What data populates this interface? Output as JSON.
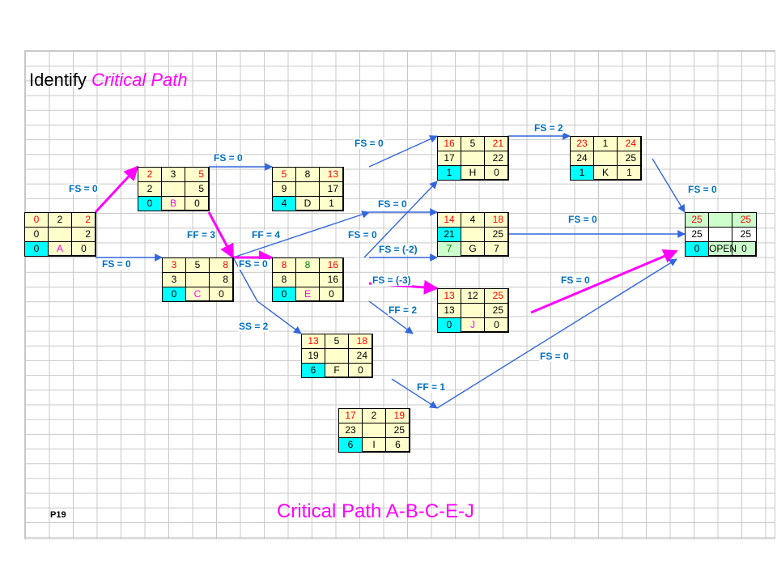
{
  "title": {
    "prefix": "Identify ",
    "emphasis": "Critical Path"
  },
  "footer": "Critical Path A-B-C-E-J",
  "page_number": "P19",
  "nodes": {
    "A": {
      "es": "0",
      "dur": "2",
      "ef": "2",
      "ls": "0",
      "lf": "2",
      "tf": "0",
      "name": "A",
      "ff": "0"
    },
    "B": {
      "es": "2",
      "dur": "3",
      "ef": "5",
      "ls": "2",
      "lf": "5",
      "tf": "0",
      "name": "B",
      "ff": "0"
    },
    "C": {
      "es": "3",
      "dur": "5",
      "ef": "8",
      "ls": "3",
      "lf": "8",
      "tf": "0",
      "name": "C",
      "ff": "0"
    },
    "D": {
      "es": "5",
      "dur": "8",
      "ef": "13",
      "ls": "9",
      "lf": "17",
      "tf": "4",
      "name": "D",
      "ff": "1"
    },
    "E": {
      "es": "8",
      "dur": "8",
      "ef": "16",
      "ls": "8",
      "lf": "16",
      "tf": "0",
      "name": "E",
      "ff": "0"
    },
    "F": {
      "es": "13",
      "dur": "5",
      "ef": "18",
      "ls": "19",
      "lf": "24",
      "tf": "6",
      "name": "F",
      "ff": "0"
    },
    "I": {
      "es": "17",
      "dur": "2",
      "ef": "19",
      "ls": "23",
      "lf": "25",
      "tf": "6",
      "name": "I",
      "ff": "6"
    },
    "H": {
      "es": "16",
      "dur": "5",
      "ef": "21",
      "ls": "17",
      "lf": "22",
      "tf": "1",
      "name": "H",
      "ff": "0"
    },
    "G": {
      "es": "14",
      "dur": "4",
      "ef": "18",
      "ls": "21",
      "lf": "25",
      "tf": "7",
      "name": "G",
      "ff": "7"
    },
    "J": {
      "es": "13",
      "dur": "12",
      "ef": "25",
      "ls": "13",
      "lf": "25",
      "tf": "0",
      "name": "J",
      "ff": "0"
    },
    "K": {
      "es": "23",
      "dur": "1",
      "ef": "24",
      "ls": "24",
      "lf": "25",
      "tf": "1",
      "name": "K",
      "ff": "1"
    },
    "OPEN": {
      "es": "25",
      "dur": "",
      "ef": "25",
      "ls": "25",
      "lf": "25",
      "tf": "0",
      "name": "OPEN",
      "ff": "0"
    }
  },
  "links": [
    {
      "from": "A",
      "to": "B",
      "label": "FS = 0",
      "critical": true
    },
    {
      "from": "A",
      "to": "C",
      "label": "FS = 0",
      "critical": false
    },
    {
      "from": "B",
      "to": "D",
      "label": "FS = 0",
      "critical": false
    },
    {
      "from": "B",
      "to": "C",
      "label": "FF = 3",
      "critical": true
    },
    {
      "from": "C",
      "to": "D",
      "label": "FF = 4",
      "critical": false
    },
    {
      "from": "C",
      "to": "E",
      "label": "FS = 0",
      "critical": true
    },
    {
      "from": "C",
      "to": "F",
      "label": "SS = 2",
      "critical": false
    },
    {
      "from": "D",
      "to": "H",
      "label": "FS = 0",
      "critical": false
    },
    {
      "from": "D",
      "to": "G",
      "label": "FS = 0",
      "critical": false
    },
    {
      "from": "E",
      "to": "H",
      "label": "FS = 0",
      "critical": false
    },
    {
      "from": "E",
      "to": "G",
      "label": "FS = (-2)",
      "critical": false
    },
    {
      "from": "E",
      "to": "J",
      "label": "FS = (-3)",
      "critical": true
    },
    {
      "from": "E",
      "to": "F",
      "label": "FF = 2",
      "critical": false
    },
    {
      "from": "F",
      "to": "I",
      "label": "FF = 1",
      "critical": false
    },
    {
      "from": "H",
      "to": "K",
      "label": "FS = 2",
      "critical": false
    },
    {
      "from": "K",
      "to": "OPEN",
      "label": "FS = 0",
      "critical": false
    },
    {
      "from": "G",
      "to": "OPEN",
      "label": "FS = 0",
      "critical": false
    },
    {
      "from": "J",
      "to": "OPEN",
      "label": "FS = 0",
      "critical": true
    },
    {
      "from": "I",
      "to": "OPEN",
      "label": "FS = 0",
      "critical": false
    }
  ],
  "colors": {
    "critical": "#ff00ff",
    "normal": "#3366dd",
    "label": "#0070c0",
    "node_fill": "#ffffcc",
    "slack_fill": "#00ffff"
  }
}
